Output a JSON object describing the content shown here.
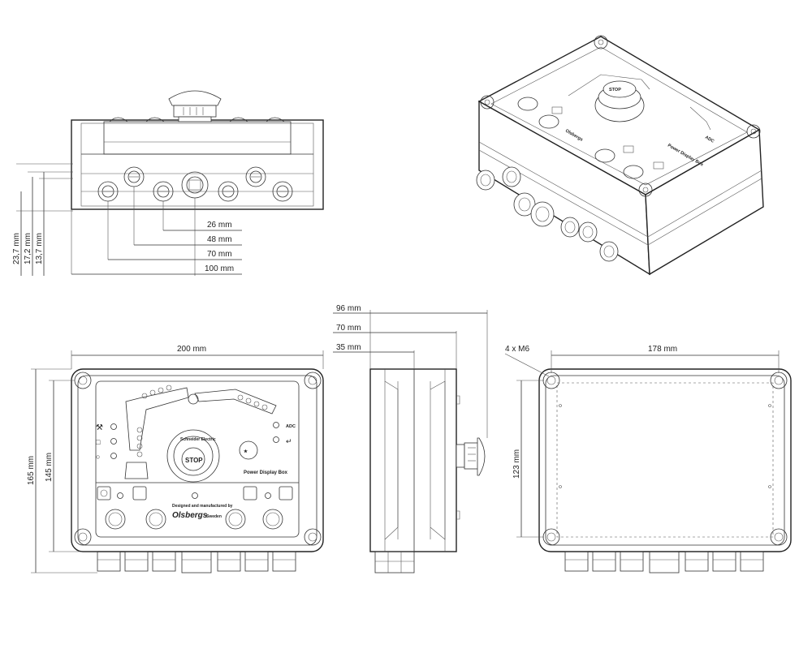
{
  "dimensions": {
    "top_view": {
      "h1": "23,7 mm",
      "h2": "17,2 mm",
      "h3": "13,7 mm",
      "w1": "26 mm",
      "w2": "48 mm",
      "w3": "70 mm",
      "w4": "100 mm"
    },
    "front_view": {
      "width": "200 mm",
      "height_outer": "165 mm",
      "height_inner": "145 mm"
    },
    "side_view": {
      "d1": "96 mm",
      "d2": "70 mm",
      "d3": "35 mm"
    },
    "back_view": {
      "holes": "4 x M6",
      "width": "178 mm",
      "height": "123 mm"
    }
  },
  "panel": {
    "brand": "Schneider Electric",
    "stop": "STOP",
    "product": "Power Display Box",
    "adc": "ADC",
    "designed": "Designed and manufactured by",
    "maker": "Olsbergs",
    "country": "Sweden"
  },
  "iso_panel": {
    "product": "Power Display Box",
    "maker": "Olsbergs",
    "adc": "ADC",
    "stop": "STOP"
  }
}
